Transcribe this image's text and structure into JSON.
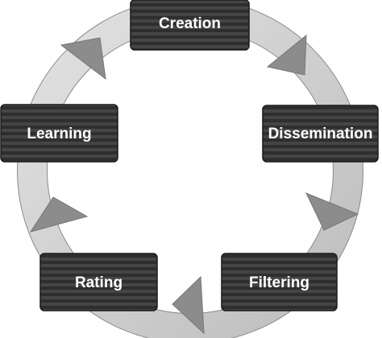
{
  "diagram": {
    "stages": [
      {
        "id": "creation",
        "label": "Creation"
      },
      {
        "id": "dissemination",
        "label": "Dissemination"
      },
      {
        "id": "filtering",
        "label": "Filtering"
      },
      {
        "id": "rating",
        "label": "Rating"
      },
      {
        "id": "learning",
        "label": "Learning"
      }
    ],
    "flow": "clockwise",
    "colors": {
      "ring": "#cfcfcf",
      "ring_outline": "#8a8a8a",
      "arrow": "#8c8c8c",
      "box": "#2e2e2e",
      "box_stripe": "#4a4a4a",
      "label": "#ffffff"
    }
  }
}
